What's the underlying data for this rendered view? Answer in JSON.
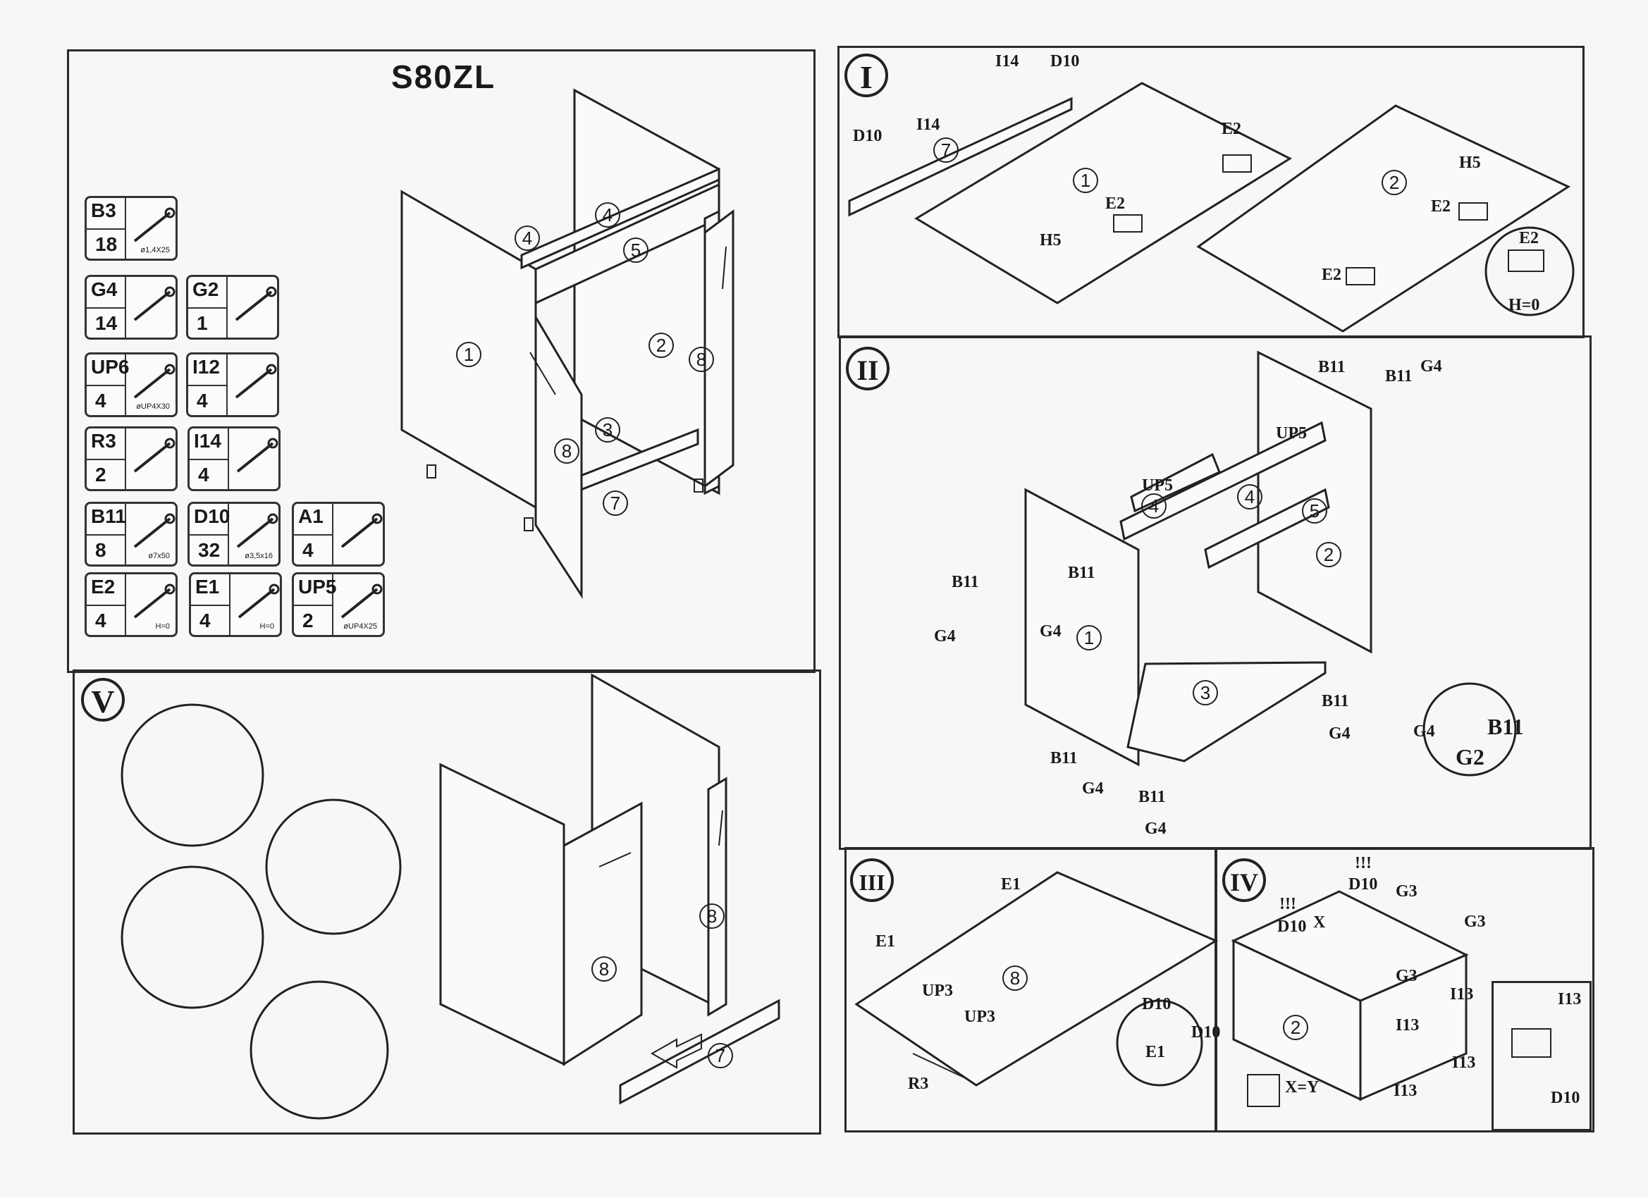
{
  "model": "S80ZL",
  "parts": [
    {
      "code": "B3",
      "qty": "18",
      "spec": "ø1,4X25",
      "icon": "nail-icon"
    },
    {
      "code": "G4",
      "qty": "14",
      "spec": "",
      "icon": "leg-foot-icon"
    },
    {
      "code": "G2",
      "qty": "1",
      "spec": "",
      "icon": "hex-key-icon"
    },
    {
      "code": "UP6",
      "qty": "4",
      "spec": "øUP4X30",
      "icon": "screw-icon"
    },
    {
      "code": "I12",
      "qty": "4",
      "spec": "",
      "icon": "adjustable-leg-icon"
    },
    {
      "code": "R3",
      "qty": "2",
      "spec": "",
      "icon": "handle-icon"
    },
    {
      "code": "I14",
      "qty": "4",
      "spec": "",
      "icon": "clip-icon"
    },
    {
      "code": "B11",
      "qty": "8",
      "spec": "ø7x50",
      "icon": "confirmat-screw-icon"
    },
    {
      "code": "D10",
      "qty": "32",
      "spec": "ø3,5x16",
      "icon": "wood-screw-icon"
    },
    {
      "code": "A1",
      "qty": "4",
      "spec": "",
      "icon": "dowel-icon"
    },
    {
      "code": "E2",
      "qty": "4",
      "spec": "H=0",
      "icon": "hinge-icon"
    },
    {
      "code": "E1",
      "qty": "4",
      "spec": "H=0",
      "icon": "hinge-plate-icon"
    },
    {
      "code": "UP5",
      "qty": "2",
      "spec": "øUP4X25",
      "icon": "screw-icon"
    }
  ],
  "steps": {
    "I": {
      "roman": "I",
      "labels": [
        "I14",
        "D10",
        "D10",
        "I14",
        "E2",
        "E2",
        "E2",
        "E2",
        "H5",
        "H5",
        "E2",
        "H=0"
      ],
      "pieces": [
        "7",
        "1",
        "2"
      ]
    },
    "II": {
      "roman": "II",
      "labels": [
        "B11",
        "B11",
        "G4",
        "UP5",
        "UP5",
        "B11",
        "B11",
        "G4",
        "G4",
        "B11",
        "G4",
        "B11",
        "G4",
        "B11",
        "G4",
        "G4",
        "B11",
        "G2"
      ],
      "pieces": [
        "4",
        "4",
        "5",
        "2",
        "1",
        "3"
      ]
    },
    "III": {
      "roman": "III",
      "labels": [
        "E1",
        "E1",
        "UP3",
        "UP3",
        "R3",
        "D10",
        "E1",
        "D10"
      ],
      "pieces": [
        "8"
      ]
    },
    "IV": {
      "roman": "IV",
      "labels": [
        "!!!",
        "D10",
        "G3",
        "!!!",
        "D10",
        "X",
        "G3",
        "G3",
        "I13",
        "I13",
        "I13",
        "I13",
        "I13",
        "D10",
        "X=Y"
      ],
      "pieces": [
        "2"
      ]
    },
    "V": {
      "roman": "V",
      "pieces": [
        "8",
        "8",
        "7"
      ]
    }
  },
  "overview_pieces": [
    "4",
    "4",
    "5",
    "1",
    "2",
    "8",
    "3",
    "8",
    "7"
  ]
}
